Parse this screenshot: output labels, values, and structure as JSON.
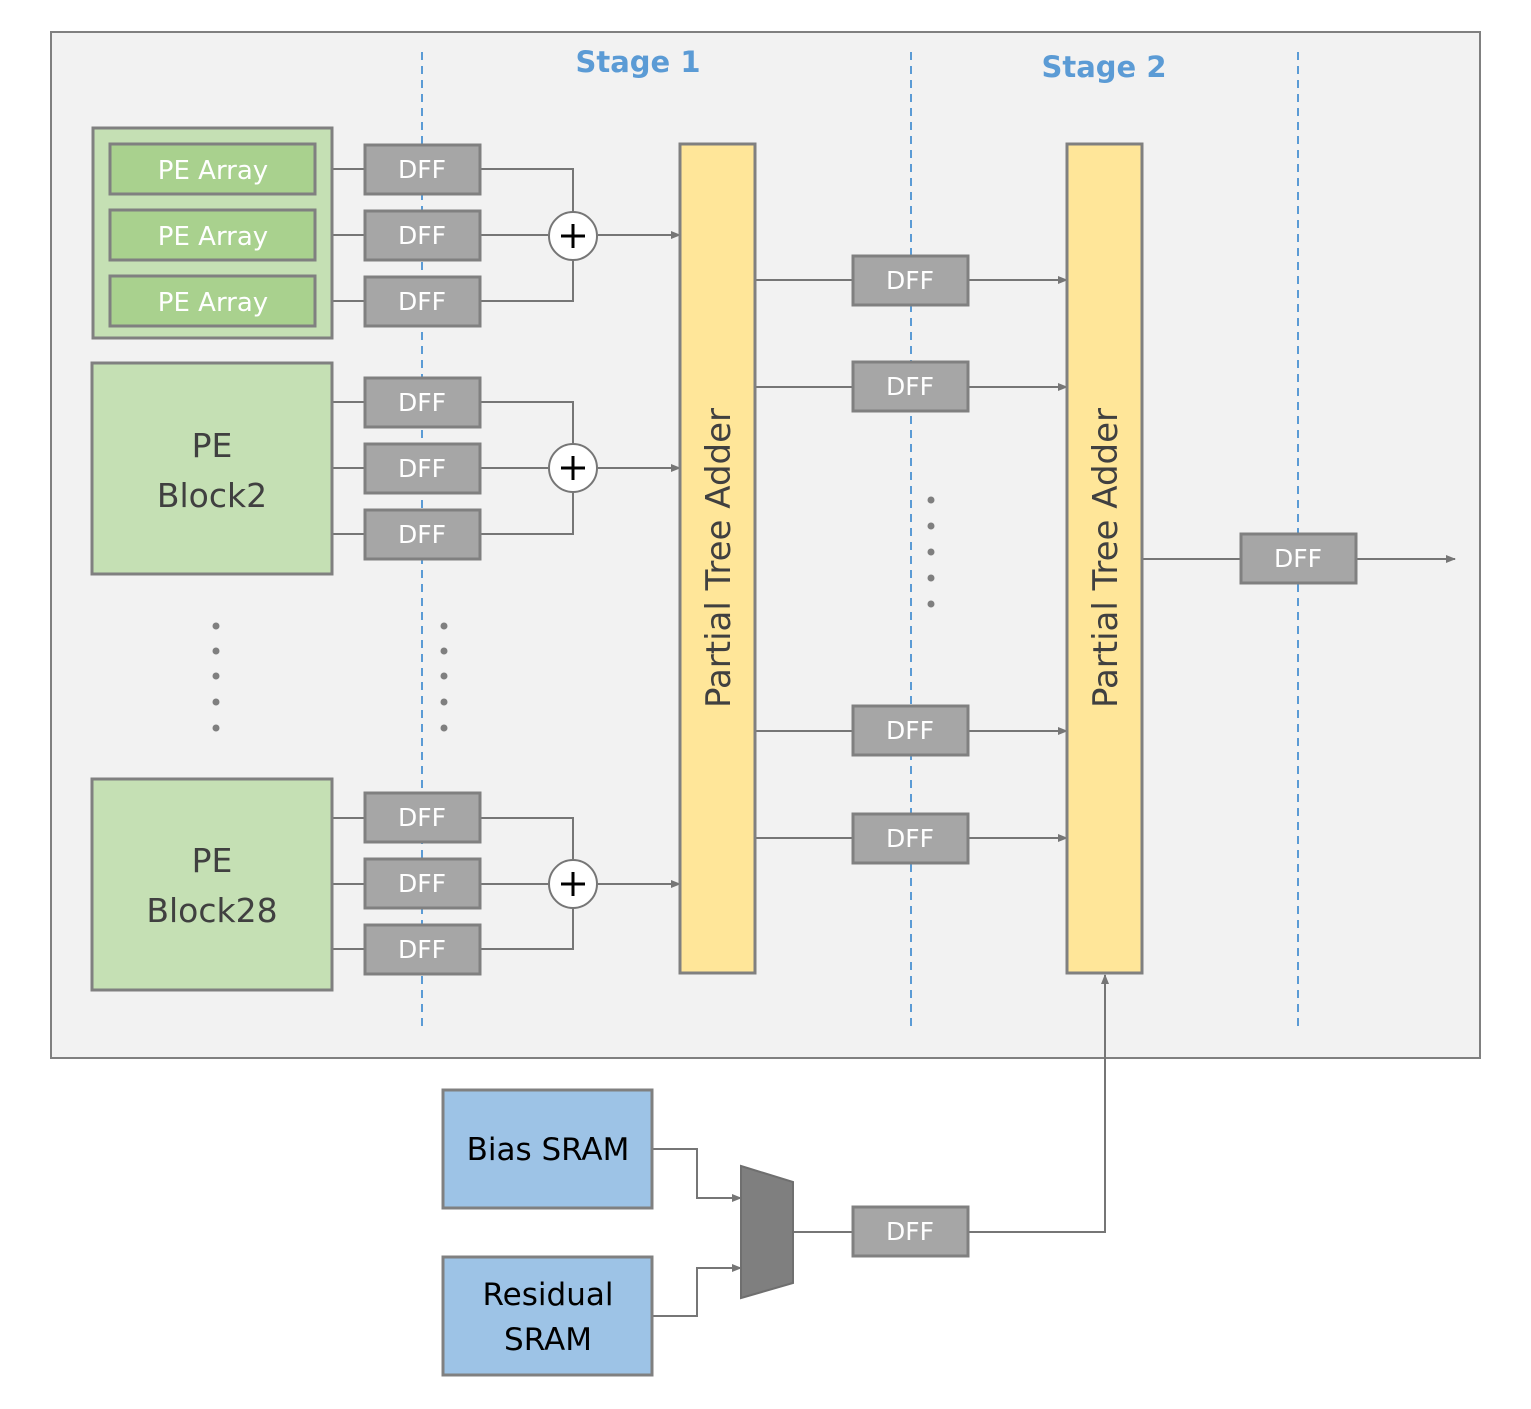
{
  "stages": [
    "Stage 1",
    "Stage 2"
  ],
  "pe_array_label": "PE Array",
  "pe_block2": [
    "PE",
    "Block2"
  ],
  "pe_block28": [
    "PE",
    "Block28"
  ],
  "dff_label": "DFF",
  "adder_label": "Partial Tree Adder",
  "bias_sram": "Bias SRAM",
  "residual_sram": [
    "Residual",
    "SRAM"
  ],
  "colors": {
    "pipeline_line": "#5b9bd5",
    "stage_label": "#5b9bd5",
    "dff_fill": "#a6a6a6",
    "pe_fill": "#c5e0b4",
    "pe_array_fill": "#a9d18e",
    "adder_fill": "#ffe699",
    "sram_fill": "#9dc3e6",
    "mux_fill": "#7f7f7f",
    "panel_fill": "#f2f2f2"
  }
}
